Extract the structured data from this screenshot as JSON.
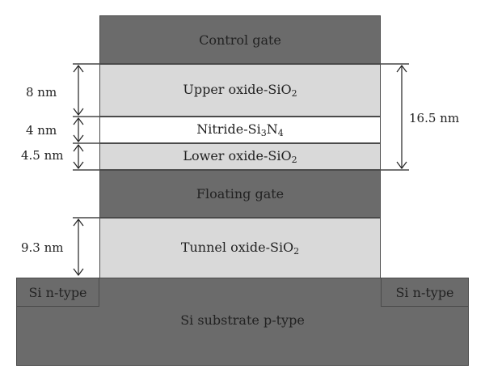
{
  "layers": {
    "control_gate": "Control gate",
    "upper_oxide": {
      "main": "Upper oxide-SiO",
      "sub": "2"
    },
    "nitride": {
      "main": "Nitride-Si",
      "sub1": "3",
      "mid": "N",
      "sub2": "4"
    },
    "lower_oxide": {
      "main": "Lower oxide-SiO",
      "sub": "2"
    },
    "floating_gate": "Floating gate",
    "tunnel_oxide": {
      "main": "Tunnel oxide-SiO",
      "sub": "2"
    },
    "source": "Si n-type",
    "drain": "Si n-type",
    "substrate": "Si substrate p-type"
  },
  "dimensions": {
    "upper_oxide": "8 nm",
    "nitride": "4 nm",
    "lower_oxide": "4.5 nm",
    "tunnel_oxide": "9.3 nm",
    "ono_stack": "16.5 nm"
  }
}
